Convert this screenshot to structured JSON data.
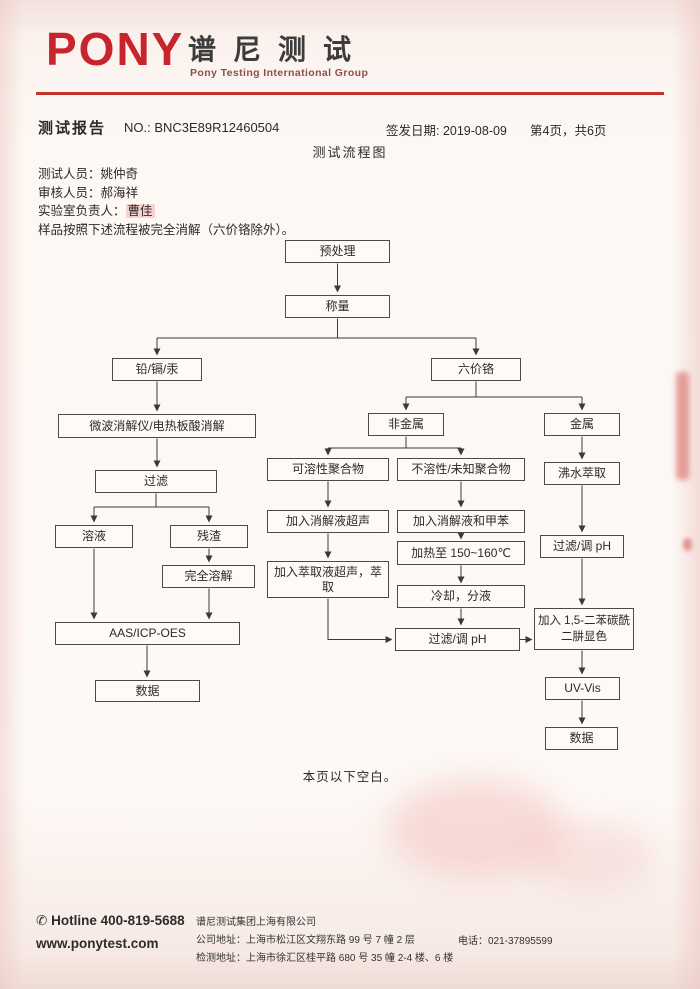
{
  "header": {
    "logo_text": "PONY",
    "brand_cn": "谱尼测试",
    "brand_en": "Pony Testing International Group"
  },
  "meta": {
    "doc_type": "测试报告",
    "report_no": "NO.: BNC3E89R12460504",
    "issue_date": "签发日期: 2019-08-09",
    "page_info": "第4页，共6页",
    "diagram_title": "测试流程图"
  },
  "staff": {
    "tester": "测试人员：姚仲奇",
    "reviewer": "审核人员：郝海祥",
    "lab_manager_label": "实验室负责人：",
    "lab_manager_name": "曹佳",
    "note": "样品按照下述流程被完全消解（六价铬除外）。"
  },
  "flow": {
    "pretreat": "预处理",
    "weigh": "称量",
    "pb_cd_hg": "铅/镉/汞",
    "cr6": "六价铬",
    "microwave": "微波消解仪/电热板酸消解",
    "filter": "过滤",
    "solution": "溶液",
    "residue": "残渣",
    "complete_dissolve": "完全溶解",
    "aas": "AAS/ICP-OES",
    "data_left": "数据",
    "nonmetal": "非金属",
    "metal": "金属",
    "soluble_polymer": "可溶性聚合物",
    "insoluble_polymer": "不溶性/未知聚合物",
    "add_digest_ultrasonic": "加入消解液超声",
    "add_digest_toluene": "加入消解液和甲苯",
    "add_extract_ultrasonic": "加入萃取液超声，萃取",
    "heat": "加热至 150~160℃",
    "cool_separate": "冷却，分液",
    "filter_ph_center": "过滤/调 pH",
    "boiling_water": "沸水萃取",
    "filter_ph_metal": "过滤/调 pH",
    "color_reagent": "加入 1,5-二苯碳酰二肼显色",
    "uv_vis": "UV-Vis",
    "data_right": "数据"
  },
  "blank_note": "本页以下空白。",
  "footer": {
    "hotline_icon": "✆",
    "hotline": "Hotline 400-819-5688",
    "website": "www.ponytest.com",
    "company": "谱尼测试集团上海有限公司",
    "address1": "公司地址：上海市松江区文翔东路 99 号 7 幢 2 层",
    "address2": "检测地址：上海市徐汇区桂平路 680 号 35 幢 2-4 楼、6 楼",
    "phone": "电话：021-37895599"
  }
}
